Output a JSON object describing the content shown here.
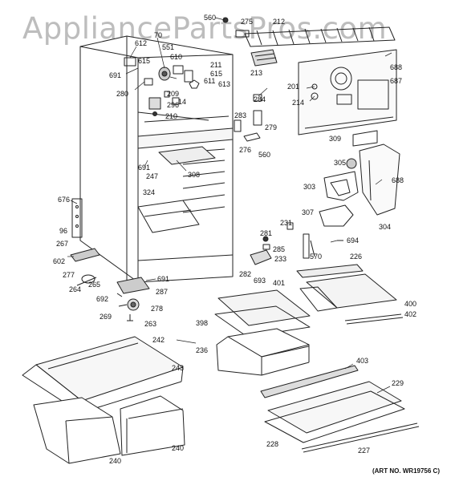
{
  "watermark": "AppliancePartsPros.com",
  "art_no": "(ART NO. WR19756 C)",
  "labels": [
    {
      "id": "l560a",
      "text": "560"
    },
    {
      "id": "l275",
      "text": "275"
    },
    {
      "id": "l212",
      "text": "212"
    },
    {
      "id": "l70",
      "text": "70"
    },
    {
      "id": "l612",
      "text": "612"
    },
    {
      "id": "l551",
      "text": "551"
    },
    {
      "id": "l615a",
      "text": "615"
    },
    {
      "id": "l610",
      "text": "610"
    },
    {
      "id": "l691a",
      "text": "691"
    },
    {
      "id": "l211",
      "text": "211"
    },
    {
      "id": "l615b",
      "text": "615"
    },
    {
      "id": "l611",
      "text": "611"
    },
    {
      "id": "l613",
      "text": "613"
    },
    {
      "id": "l209",
      "text": "209"
    },
    {
      "id": "l280",
      "text": "280"
    },
    {
      "id": "l14",
      "text": "14"
    },
    {
      "id": "l296",
      "text": "296"
    },
    {
      "id": "l210",
      "text": "210"
    },
    {
      "id": "l213",
      "text": "213"
    },
    {
      "id": "l688a",
      "text": "688"
    },
    {
      "id": "l687",
      "text": "687"
    },
    {
      "id": "l201",
      "text": "201"
    },
    {
      "id": "l214",
      "text": "214"
    },
    {
      "id": "l284",
      "text": "284"
    },
    {
      "id": "l283",
      "text": "283"
    },
    {
      "id": "l279",
      "text": "279"
    },
    {
      "id": "l276",
      "text": "276"
    },
    {
      "id": "l560b",
      "text": "560"
    },
    {
      "id": "l309",
      "text": "309"
    },
    {
      "id": "l305",
      "text": "305"
    },
    {
      "id": "l688b",
      "text": "688"
    },
    {
      "id": "l691b",
      "text": "691"
    },
    {
      "id": "l308",
      "text": "308"
    },
    {
      "id": "l247",
      "text": "247"
    },
    {
      "id": "l324",
      "text": "324"
    },
    {
      "id": "l303",
      "text": "303"
    },
    {
      "id": "l676",
      "text": "676"
    },
    {
      "id": "l96",
      "text": "96"
    },
    {
      "id": "l267",
      "text": "267"
    },
    {
      "id": "l307",
      "text": "307"
    },
    {
      "id": "l304",
      "text": "304"
    },
    {
      "id": "l231",
      "text": "231"
    },
    {
      "id": "l281",
      "text": "281"
    },
    {
      "id": "l694",
      "text": "694"
    },
    {
      "id": "l285",
      "text": "285"
    },
    {
      "id": "l602",
      "text": "602"
    },
    {
      "id": "l233",
      "text": "233"
    },
    {
      "id": "l570",
      "text": "570"
    },
    {
      "id": "l226",
      "text": "226"
    },
    {
      "id": "l277",
      "text": "277"
    },
    {
      "id": "l282",
      "text": "282"
    },
    {
      "id": "l691c",
      "text": "691"
    },
    {
      "id": "l693",
      "text": "693"
    },
    {
      "id": "l401",
      "text": "401"
    },
    {
      "id": "l265",
      "text": "265"
    },
    {
      "id": "l264",
      "text": "264"
    },
    {
      "id": "l287",
      "text": "287"
    },
    {
      "id": "l692",
      "text": "692"
    },
    {
      "id": "l278",
      "text": "278"
    },
    {
      "id": "l400",
      "text": "400"
    },
    {
      "id": "l402",
      "text": "402"
    },
    {
      "id": "l269",
      "text": "269"
    },
    {
      "id": "l398",
      "text": "398"
    },
    {
      "id": "l263",
      "text": "263"
    },
    {
      "id": "l242",
      "text": "242"
    },
    {
      "id": "l236",
      "text": "236"
    },
    {
      "id": "l243",
      "text": "243"
    },
    {
      "id": "l403",
      "text": "403"
    },
    {
      "id": "l229",
      "text": "229"
    },
    {
      "id": "l228",
      "text": "228"
    },
    {
      "id": "l240a",
      "text": "240"
    },
    {
      "id": "l227",
      "text": "227"
    },
    {
      "id": "l240b",
      "text": "240"
    }
  ]
}
